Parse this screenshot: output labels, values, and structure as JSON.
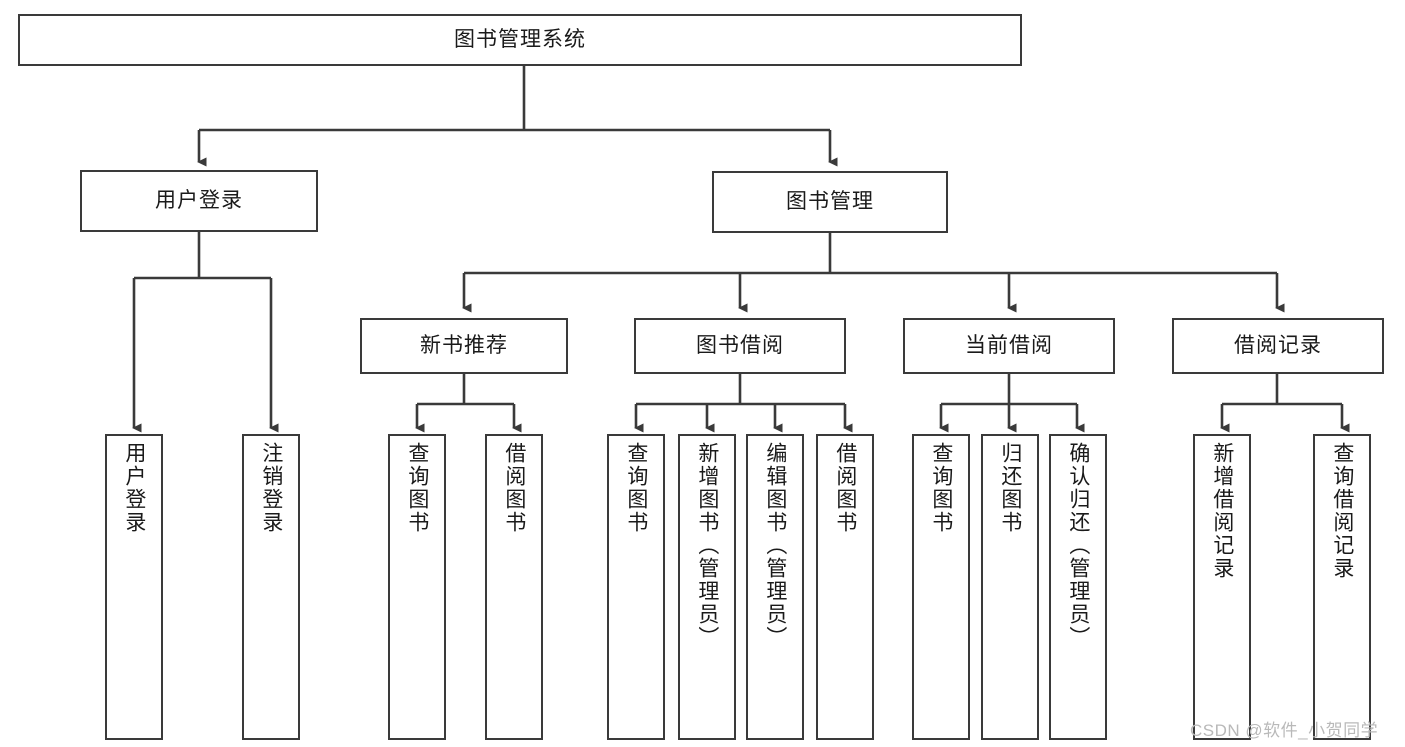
{
  "diagram": {
    "title": "图书管理系统",
    "type": "hierarchy-tree",
    "orientation": "top-down",
    "levels": 4,
    "colors": {
      "box_border": "#3a3a3a",
      "box_fill": "#ffffff",
      "edge": "#3a3a3a",
      "text": "#1a1a1a",
      "watermark": "#b9b9b9",
      "background": "#ffffff"
    }
  },
  "root": {
    "label": "图书管理系统"
  },
  "level1": [
    {
      "label": "用户登录"
    },
    {
      "label": "图书管理"
    }
  ],
  "level2": [
    {
      "label": "新书推荐"
    },
    {
      "label": "图书借阅"
    },
    {
      "label": "当前借阅"
    },
    {
      "label": "借阅记录"
    }
  ],
  "leaves": {
    "user_login": [
      {
        "label": "用户登录"
      },
      {
        "label": "注销登录"
      }
    ],
    "new_book_recommend": [
      {
        "label": "查询图书"
      },
      {
        "label": "借阅图书"
      }
    ],
    "book_borrow": [
      {
        "label": "查询图书"
      },
      {
        "label": "新增图书（管理员）"
      },
      {
        "label": "编辑图书（管理员）"
      },
      {
        "label": "借阅图书"
      }
    ],
    "current_borrow": [
      {
        "label": "查询图书"
      },
      {
        "label": "归还图书"
      },
      {
        "label": "确认归还（管理员）"
      }
    ],
    "borrow_record": [
      {
        "label": "新增借阅记录"
      },
      {
        "label": "查询借阅记录"
      }
    ]
  },
  "watermark": {
    "text": "CSDN @软件_小贺同学"
  }
}
